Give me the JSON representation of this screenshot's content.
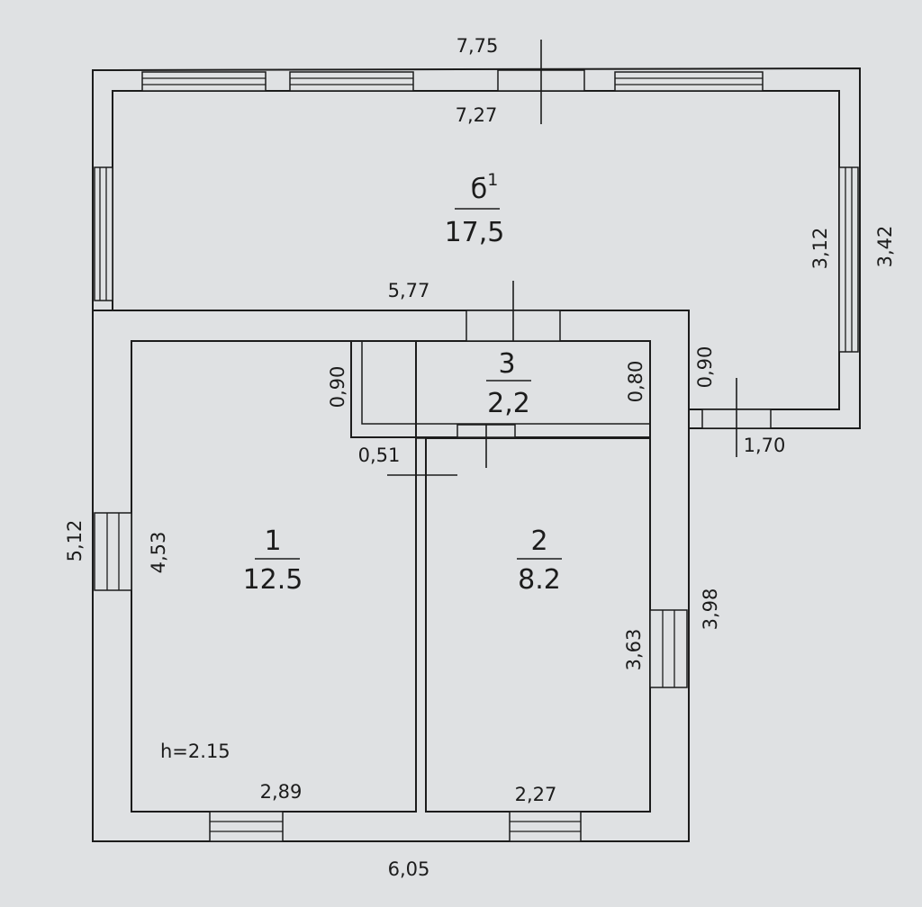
{
  "rooms": [
    {
      "id": "1",
      "number": "1",
      "area": "12.5"
    },
    {
      "id": "2",
      "number": "2",
      "area": "8.2"
    },
    {
      "id": "3",
      "number": "3",
      "area": "2,2"
    },
    {
      "id": "b1",
      "number": "б",
      "sup": "1",
      "area": "17,5"
    }
  ],
  "dimensions": {
    "top_outer": "7,75",
    "top_inner": "7,27",
    "veranda_inner_bottom": "5,77",
    "veranda_right_inner": "3,12",
    "veranda_right_outer": "3,42",
    "left_outer": "5,12",
    "room1_height": "4,53",
    "room3_left": "0,90",
    "room3_right": "0,80",
    "right_small": "0,90",
    "right_lower": "1,70",
    "partition": "0,51",
    "room2_right": "3,63",
    "right_outer": "3,98",
    "room1_bottom": "2,89",
    "room2_bottom": "2,27",
    "bottom_outer": "6,05"
  },
  "ceiling_height": "h=2.15"
}
